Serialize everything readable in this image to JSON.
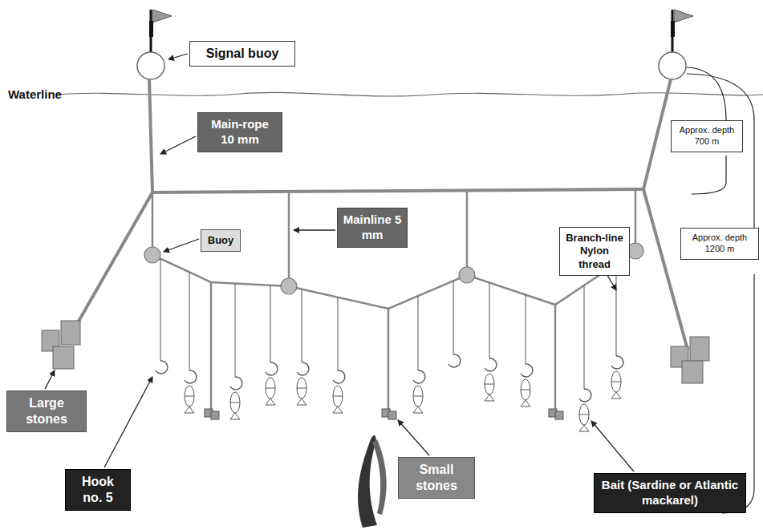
{
  "diagram": {
    "nodes": [
      {
        "text": [
          "Signal buoy"
        ]
      },
      {
        "text": [
          "Main-rope 10 mm"
        ]
      },
      {
        "text": [
          "Approx. depth 700 m"
        ]
      },
      {
        "text": [
          "Mainline 5 mm"
        ]
      },
      {
        "text": [
          "Buoy"
        ]
      },
      {
        "text": [
          "Branch-line Nylon thread"
        ]
      },
      {
        "text": [
          "Approx. depth 1200 m"
        ]
      },
      {
        "text": [
          "Large stones"
        ]
      },
      {
        "text": [
          "Small stones"
        ]
      },
      {
        "text": [
          "Hook no. 5"
        ]
      },
      {
        "text": [
          "Bait (Sardine or Atlantic mackarel)"
        ]
      }
    ],
    "labels": [
      "Waterline"
    ]
  }
}
